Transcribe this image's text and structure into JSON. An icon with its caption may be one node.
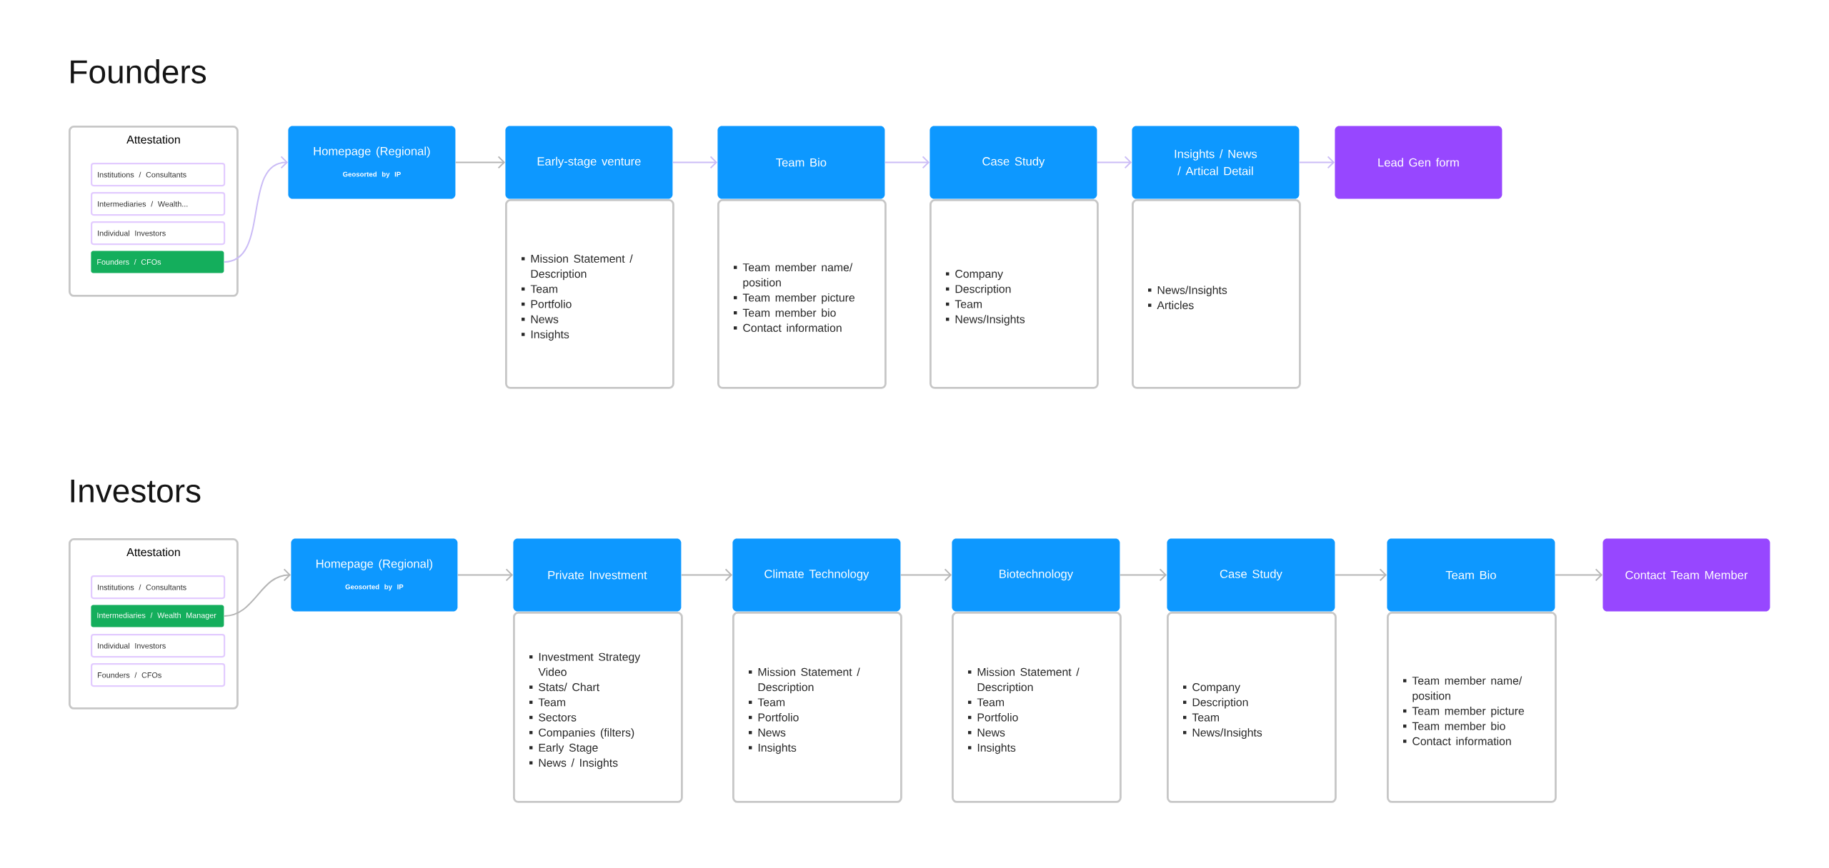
{
  "diagram": {
    "nodes": [
      {
        "text": [
          "Attestation"
        ]
      },
      {
        "text": [
          "Institutions / Consultants"
        ],
        "in": 0
      },
      {
        "text": [
          "Intermediaries /  Wealth..."
        ],
        "in": 0
      },
      {
        "text": [
          "Individual Investors"
        ],
        "in": 0
      },
      {
        "text": [
          "Founders / CFOs"
        ],
        "in": 0
      },
      {
        "text": [
          "Homepage (Regional)",
          "Geosorted by IP"
        ]
      },
      {
        "text": [
          "Early-stage venture"
        ]
      },
      {
        "text": [
          "Mission Statement / Description",
          "Team",
          "Portfolio",
          "News",
          "Insights"
        ]
      },
      {
        "text": [
          "Team Bio"
        ]
      },
      {
        "text": [
          "Team member name/ position",
          "Team member picture",
          "Team member bio",
          "Contact information"
        ]
      },
      {
        "text": [
          "Case Study"
        ]
      },
      {
        "text": [
          "Company",
          "Description",
          "Team",
          "News/Insights"
        ]
      },
      {
        "text": [
          "Insights / News / Artical Detail"
        ]
      },
      {
        "text": [
          "News/Insights",
          "Articles"
        ]
      },
      {
        "text": [
          "Lead Gen form"
        ]
      },
      {
        "text": [
          "Attestation"
        ]
      },
      {
        "text": [
          "Institutions / Consultants"
        ],
        "in": 15
      },
      {
        "text": [
          "Intermediaries /  Wealth Manager"
        ],
        "in": 15
      },
      {
        "text": [
          "Individual Investors"
        ],
        "in": 15
      },
      {
        "text": [
          "Founders / CFOs"
        ],
        "in": 15
      },
      {
        "text": [
          "Homepage (Regional)",
          "Geosorted by IP"
        ]
      },
      {
        "text": [
          "Private Investment"
        ]
      },
      {
        "text": [
          "Investment Strategy Video",
          "Stats/ Chart",
          "Team",
          "Sectors",
          "Companies (filters)",
          "Early Stage",
          "News / Insights"
        ]
      },
      {
        "text": [
          "Climate Technology"
        ]
      },
      {
        "text": [
          "Mission Statement / Description",
          "Team",
          "Portfolio",
          "News",
          "Insights"
        ]
      },
      {
        "text": [
          "Biotechnology"
        ]
      },
      {
        "text": [
          "Mission Statement / Description",
          "Team",
          "Portfolio",
          "News",
          "Insights"
        ]
      },
      {
        "text": [
          "Case Study"
        ]
      },
      {
        "text": [
          "Company",
          "Description",
          "Team",
          "News/Insights"
        ]
      },
      {
        "text": [
          "Team Bio"
        ]
      },
      {
        "text": [
          "Team member name/ position",
          "Team member picture",
          "Team member bio",
          "Contact information"
        ]
      },
      {
        "text": [
          "Contact Team Member"
        ]
      }
    ],
    "edges": [
      {
        "from": 4,
        "to": 5,
        "arrow": "to",
        "color": "#cbbcf6"
      },
      {
        "from": 5,
        "to": 6,
        "arrow": "to"
      },
      {
        "from": 6,
        "to": 8,
        "arrow": "to",
        "color": "#cbbcf6"
      },
      {
        "from": 8,
        "to": 10,
        "arrow": "to",
        "color": "#cbbcf6"
      },
      {
        "from": 10,
        "to": 12,
        "arrow": "to",
        "color": "#cbbcf6"
      },
      {
        "from": 12,
        "to": 14,
        "arrow": "to",
        "color": "#cbbcf6"
      },
      {
        "from": 17,
        "to": 20,
        "arrow": "to"
      },
      {
        "from": 20,
        "to": 21,
        "arrow": "to"
      },
      {
        "from": 21,
        "to": 23,
        "arrow": "to"
      },
      {
        "from": 23,
        "to": 25,
        "arrow": "to"
      },
      {
        "from": 25,
        "to": 27,
        "arrow": "to"
      },
      {
        "from": 27,
        "to": 29,
        "arrow": "to"
      },
      {
        "from": 29,
        "to": 31,
        "arrow": "to"
      }
    ],
    "labels": [
      "Founders",
      "Investors"
    ]
  }
}
